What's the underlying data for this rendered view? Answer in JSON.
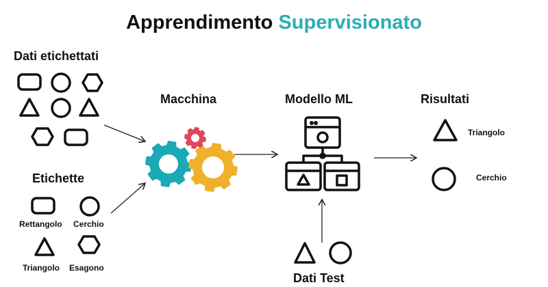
{
  "title": {
    "part1": "Apprendimento",
    "part2": "Supervisionato"
  },
  "colors": {
    "accent": "#2aadb6",
    "gear_teal": "#1aa9b5",
    "gear_yellow": "#f0b02a",
    "gear_red": "#e0455c"
  },
  "labeled_data": {
    "heading": "Dati etichettati"
  },
  "labels": {
    "heading": "Etichette",
    "items": [
      "Rettangolo",
      "Cerchio",
      "Triangolo",
      "Esagono"
    ]
  },
  "machine": {
    "heading": "Macchina"
  },
  "model": {
    "heading": "Modello ML"
  },
  "test_data": {
    "heading": "Dati Test"
  },
  "results": {
    "heading": "Risultati",
    "items": [
      "Triangolo",
      "Cerchio"
    ]
  }
}
